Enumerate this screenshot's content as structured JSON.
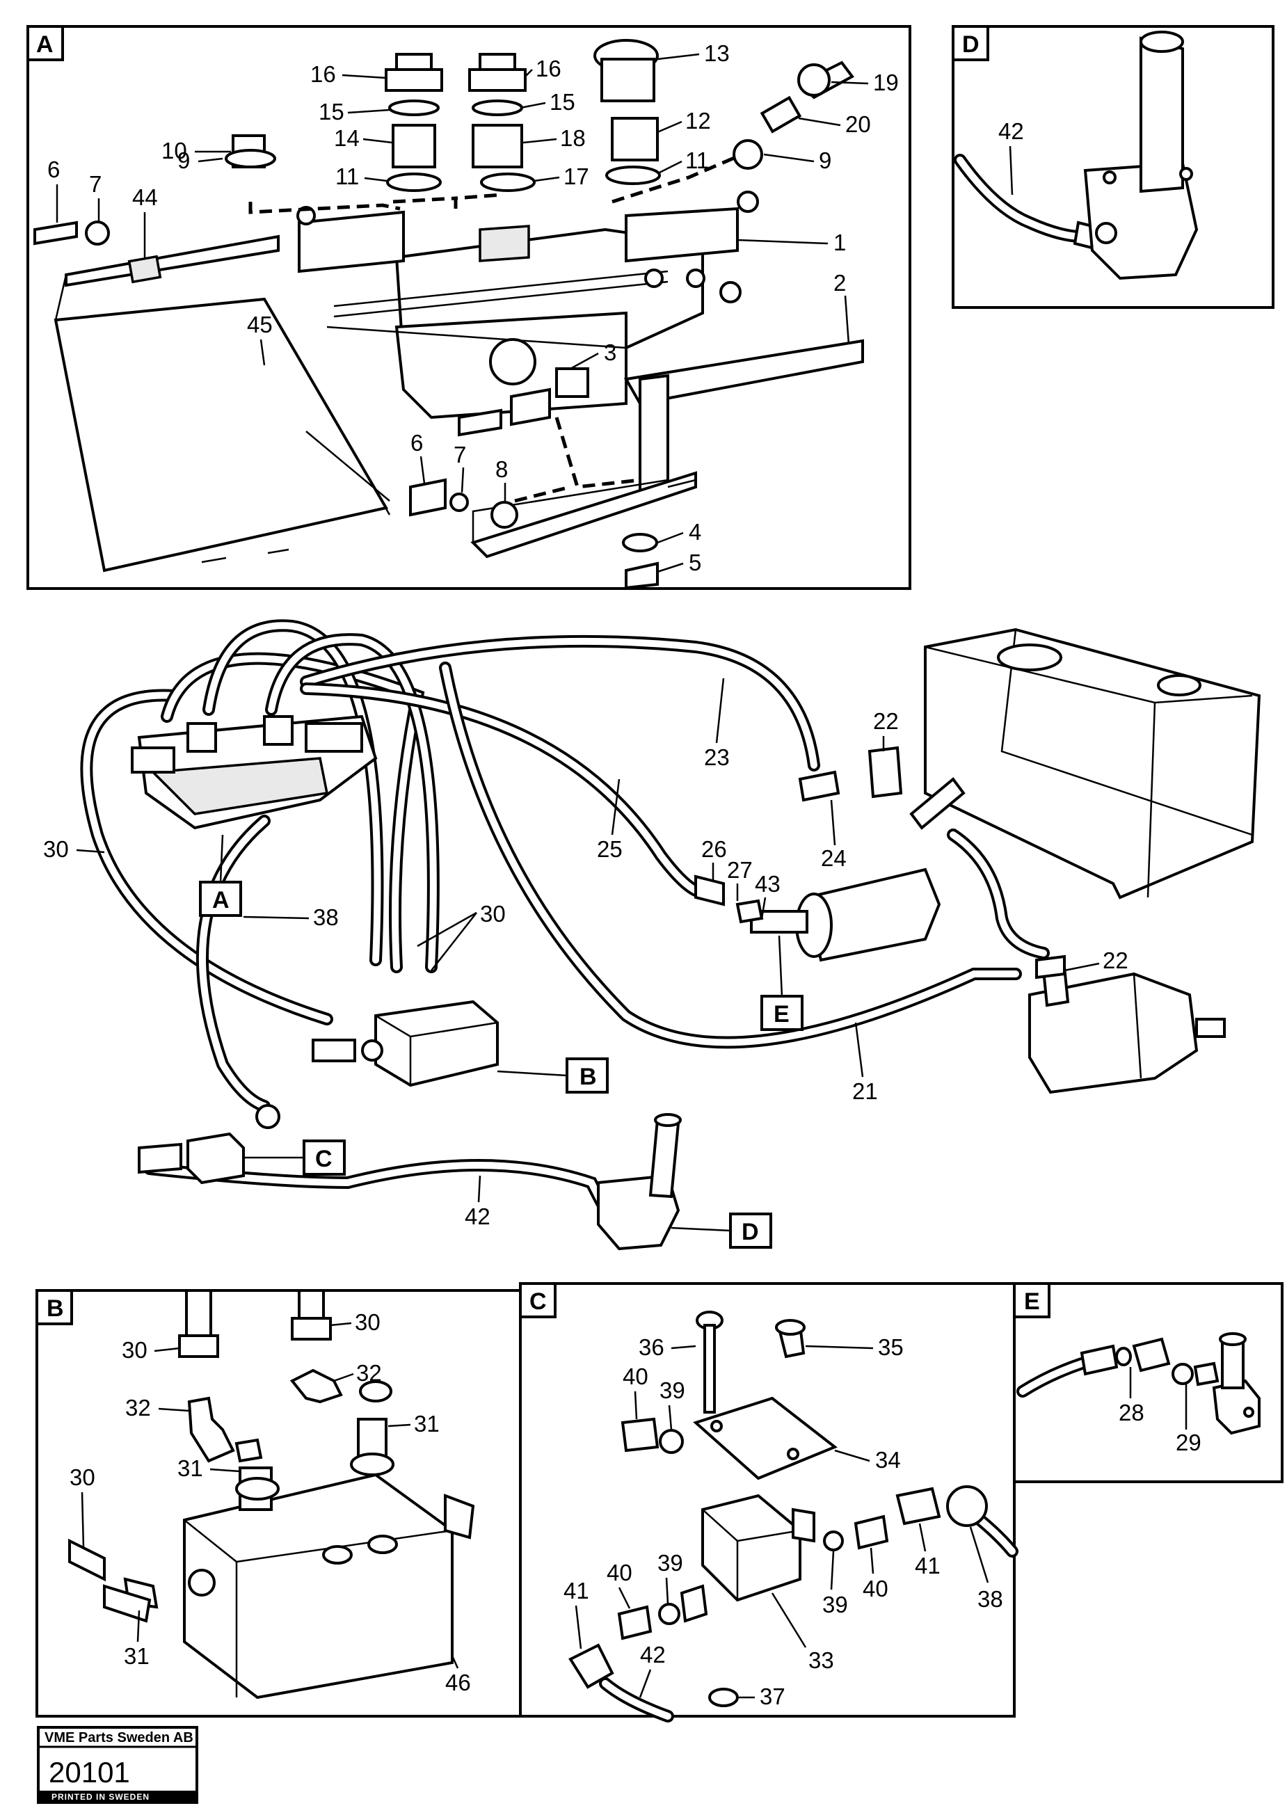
{
  "panels": {
    "A": "A",
    "B": "B",
    "C": "C",
    "D": "D",
    "E": "E"
  },
  "detail_tags": {
    "A": "A",
    "B": "B",
    "C": "C",
    "D": "D",
    "E": "E"
  },
  "callouts_panel_A": {
    "p1": "1",
    "p2": "2",
    "p3": "3",
    "p4": "4",
    "p5": "5",
    "p6a": "6",
    "p6b": "6",
    "p7a": "7",
    "p7b": "7",
    "p8": "8",
    "p9a": "9",
    "p9b": "9",
    "p10": "10",
    "p11a": "11",
    "p11b": "11",
    "p12": "12",
    "p13": "13",
    "p14": "14",
    "p15a": "15",
    "p15b": "15",
    "p16a": "16",
    "p16b": "16",
    "p17": "17",
    "p18": "18",
    "p19": "19",
    "p20": "20",
    "p44": "44",
    "p45": "45"
  },
  "callouts_panel_D": {
    "p42": "42"
  },
  "callouts_overview": {
    "p21": "21",
    "p22a": "22",
    "p22b": "22",
    "p23": "23",
    "p24": "24",
    "p25": "25",
    "p26": "26",
    "p27": "27",
    "p30a": "30",
    "p30b": "30",
    "p38": "38",
    "p42": "42",
    "p43": "43"
  },
  "callouts_panel_B": {
    "p30a": "30",
    "p30b": "30",
    "p30c": "30",
    "p31a": "31",
    "p31b": "31",
    "p31c": "31",
    "p32a": "32",
    "p32b": "32",
    "p46": "46"
  },
  "callouts_panel_C": {
    "p33": "33",
    "p34": "34",
    "p35": "35",
    "p36": "36",
    "p37": "37",
    "p38": "38",
    "p39a": "39",
    "p39b": "39",
    "p39c": "39",
    "p40a": "40",
    "p40b": "40",
    "p40c": "40",
    "p41a": "41",
    "p41b": "41",
    "p42": "42"
  },
  "callouts_panel_E": {
    "p28": "28",
    "p29": "29"
  },
  "stamp": {
    "company": "VME Parts Sweden AB",
    "number": "20101",
    "printed": "PRINTED IN SWEDEN"
  }
}
